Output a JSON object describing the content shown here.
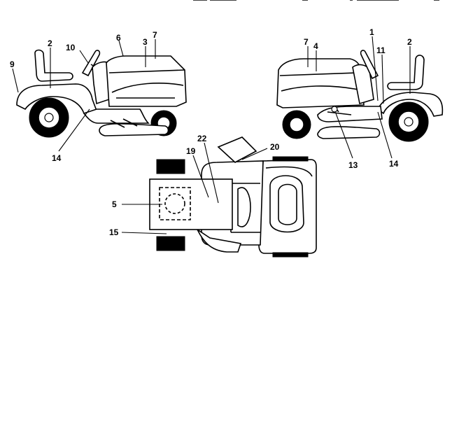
{
  "labels": {
    "l1": "1",
    "l2_left": "2",
    "l2_right": "2",
    "l3": "3",
    "l4": "4",
    "l5": "5",
    "l6": "6",
    "l7_left": "7",
    "l7_right": "7",
    "l9": "9",
    "l10": "10",
    "l11": "11",
    "l13": "13",
    "l14_left": "14",
    "l14_right": "14",
    "l15": "15",
    "l19": "19",
    "l20": "20",
    "l22": "22"
  }
}
